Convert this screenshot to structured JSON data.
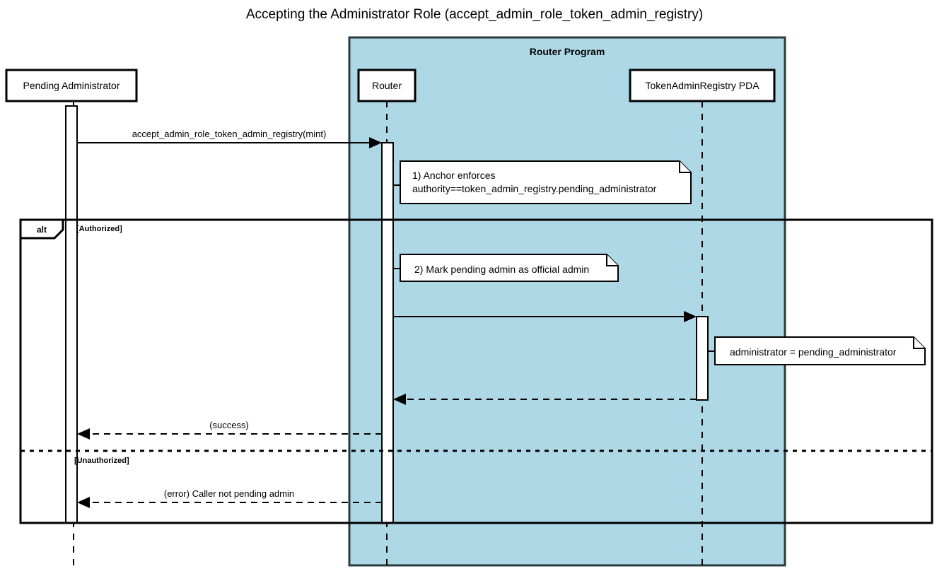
{
  "diagram": {
    "title": "Accepting the Administrator Role (accept_admin_role_token_admin_registry)",
    "type": "uml-sequence-diagram"
  },
  "colors": {
    "group_fill": "#aed8e6",
    "group_stroke": "#2b3a3f",
    "box_fill": "#ffffff",
    "stroke": "#000000",
    "background": "#ffffff"
  },
  "group": {
    "label": "Router Program"
  },
  "participants": [
    {
      "id": "pending_admin",
      "label": "Pending Administrator",
      "in_group": false
    },
    {
      "id": "router",
      "label": "Router",
      "in_group": true
    },
    {
      "id": "registry_pda",
      "label": "TokenAdminRegistry PDA",
      "in_group": true
    }
  ],
  "messages": [
    {
      "id": "msg-1",
      "label": "accept_admin_role_token_admin_registry(mint)",
      "from": "pending_admin",
      "to": "router",
      "style": "solid",
      "direction": "right"
    },
    {
      "id": "msg-2",
      "label": "",
      "from": "router",
      "to": "registry_pda",
      "style": "solid",
      "direction": "right"
    },
    {
      "id": "msg-3",
      "label": "",
      "from": "registry_pda",
      "to": "router",
      "style": "dashed",
      "direction": "left"
    },
    {
      "id": "msg-4",
      "label": "(success)",
      "from": "router",
      "to": "pending_admin",
      "style": "dashed",
      "direction": "left"
    },
    {
      "id": "msg-5",
      "label": "(error) Caller not pending admin",
      "from": "router",
      "to": "pending_admin",
      "style": "dashed",
      "direction": "left"
    }
  ],
  "notes": [
    {
      "id": "note-1",
      "attached_to": "router",
      "lines": [
        "1) Anchor enforces",
        "authority==token_admin_registry.pending_administrator"
      ]
    },
    {
      "id": "note-2",
      "attached_to": "router",
      "lines": [
        "2) Mark pending admin as official admin"
      ]
    },
    {
      "id": "note-3",
      "attached_to": "registry_pda",
      "lines": [
        "administrator = pending_administrator"
      ]
    }
  ],
  "fragment": {
    "operator": "alt",
    "branches": [
      {
        "guard": "[Authorized]"
      },
      {
        "guard": "[Unauthorized]"
      }
    ]
  }
}
